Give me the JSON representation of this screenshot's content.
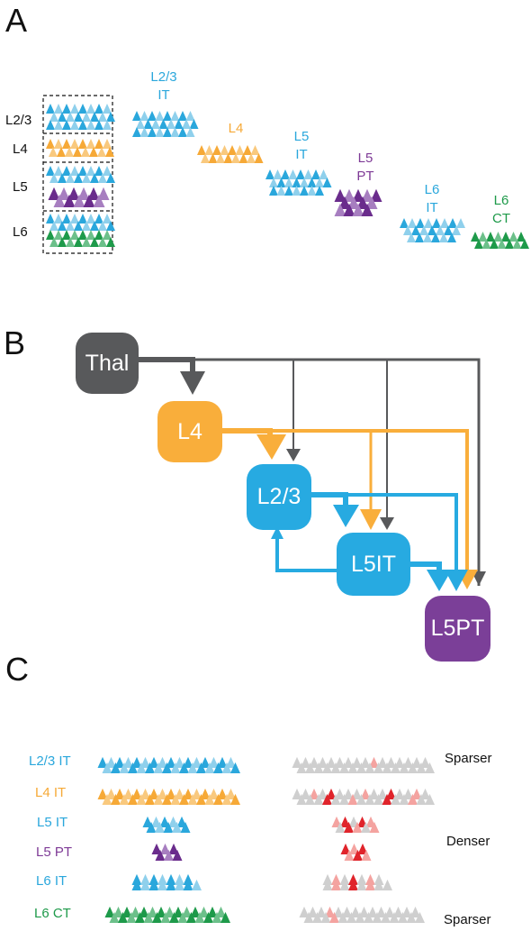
{
  "panels": {
    "a": "A",
    "b": "B",
    "c": "C"
  },
  "panelA": {
    "layer_box_labels": [
      "L2/3",
      "L4",
      "L5",
      "L6"
    ],
    "groups": [
      {
        "line1": "L2/3",
        "line2": "IT",
        "color": "#2aa7dc"
      },
      {
        "line1": "L4",
        "line2": "",
        "color": "#f6a937"
      },
      {
        "line1": "L5",
        "line2": "IT",
        "color": "#2aa7dc"
      },
      {
        "line1": "L5",
        "line2": "PT",
        "color": "#7e3a96"
      },
      {
        "line1": "L6",
        "line2": "IT",
        "color": "#2aa7dc"
      },
      {
        "line1": "L6",
        "line2": "CT",
        "color": "#1e9a4a"
      }
    ]
  },
  "panelB": {
    "nodes": {
      "thal": {
        "label": "Thal",
        "color": "#58595b"
      },
      "l4": {
        "label": "L4",
        "color": "#f9ae3b"
      },
      "l23": {
        "label": "L2/3",
        "color": "#27aae1"
      },
      "l5it": {
        "label": "L5IT",
        "color": "#27aae1"
      },
      "l5pt": {
        "label": "L5PT",
        "color": "#7b3f98"
      }
    }
  },
  "panelC": {
    "rows": [
      {
        "label": "L2/3 IT",
        "color": "#2aa7dc"
      },
      {
        "label": "L4 IT",
        "color": "#f6a937"
      },
      {
        "label": "L5 IT",
        "color": "#2aa7dc"
      },
      {
        "label": "L5 PT",
        "color": "#7e3a96"
      },
      {
        "label": "L6 IT",
        "color": "#2aa7dc"
      },
      {
        "label": "L6 CT",
        "color": "#1e9a4a"
      }
    ],
    "side_labels": {
      "top": "Sparser",
      "middle": "Denser",
      "bottom": "Sparser"
    }
  },
  "colors": {
    "it_blue": "#2aa7dc",
    "it_light": "#8fd0ec",
    "l4_orange": "#f6a937",
    "l4_light": "#f9c97e",
    "pt_purple": "#6a2c8c",
    "pt_light": "#a77ec0",
    "ct_green": "#1e9a4a",
    "ct_light": "#6cc08a",
    "gray": "#cfcfcf",
    "red": "#e0242b",
    "red_light": "#f4a3a0",
    "arrow_gray": "#58595b",
    "arrow_orange": "#f9ae3b",
    "arrow_blue": "#27aae1"
  }
}
